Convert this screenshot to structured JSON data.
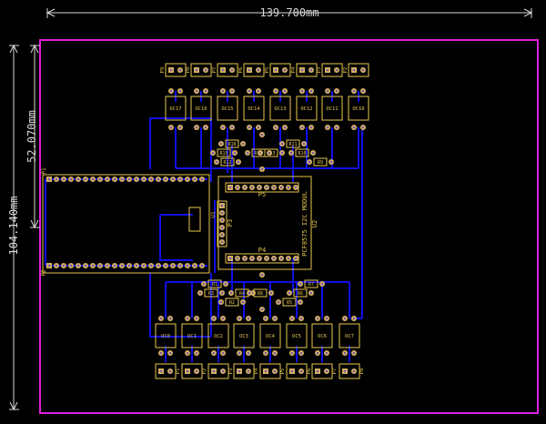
{
  "colors": {
    "background": "#000000",
    "outline": "#e020e0",
    "dimension": "#d8d8d8",
    "track": "#1010e8",
    "pad": "#d4b060",
    "pad_center": "#7a5aa8",
    "silk": "#e8c850",
    "dark": "#202020"
  },
  "dimensions": {
    "width": "139.700mm",
    "height": "104.140mm",
    "inner": "52.070mm"
  },
  "module": {
    "name": "PCF8575 I2C MODUL",
    "ref": "U2",
    "header_top": "P5",
    "header_bottom": "P4",
    "header_side": "P3"
  },
  "mcu": {
    "ref": "U1",
    "header_top": "P1",
    "header_bottom": "P2"
  },
  "top_connectors": [
    "P9",
    "P8",
    "P7",
    "P6",
    "P5",
    "P4",
    "P3",
    "P2"
  ],
  "top_optos": [
    "OC17",
    "OC16",
    "OC15",
    "OC14",
    "OC13",
    "OC12",
    "OC11",
    "OC10"
  ],
  "bottom_optos": [
    "OC0",
    "OC1",
    "OC2",
    "OC3",
    "OC4",
    "OC5",
    "OC6",
    "OC7"
  ],
  "bottom_connectors": [
    "P1",
    "P2",
    "P3",
    "P4",
    "P5",
    "P6",
    "P7",
    "P8"
  ],
  "top_resistors": [
    "R9",
    "R10",
    "R11",
    "R12",
    "R13",
    "R14",
    "R15",
    "R16"
  ],
  "bottom_resistors": [
    "R1",
    "R2",
    "R3",
    "R4",
    "R5",
    "R6",
    "R7",
    "R8"
  ]
}
